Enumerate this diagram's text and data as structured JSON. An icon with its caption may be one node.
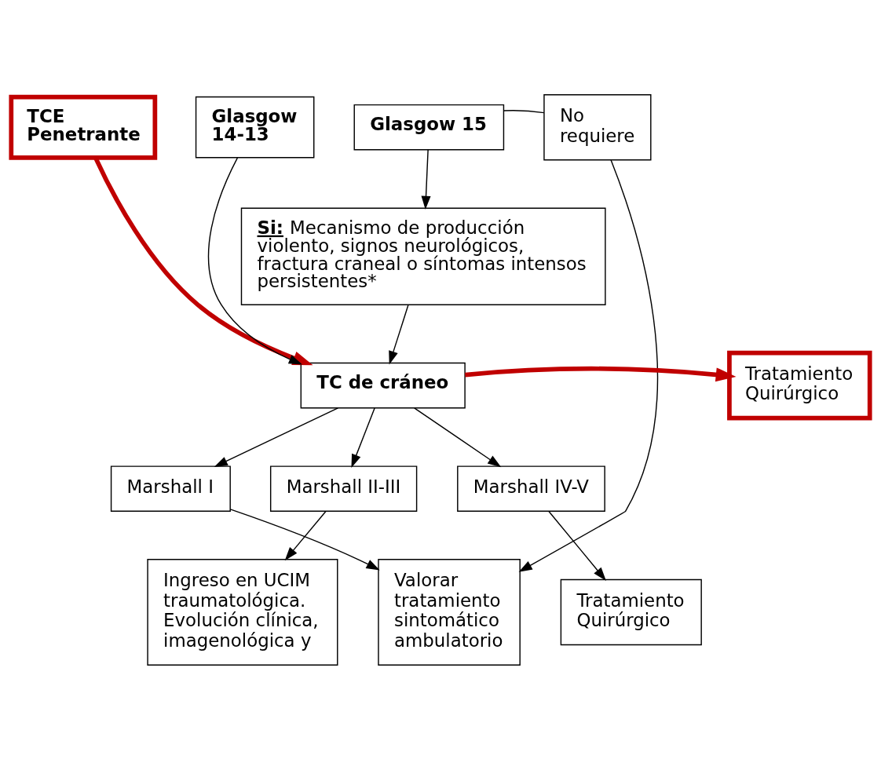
{
  "diagram": {
    "nodes": [
      {
        "text": [
          "TCE Penetrante"
        ]
      },
      {
        "text": [
          "Glasgow 14-13"
        ]
      },
      {
        "text": [
          "Glasgow 15"
        ]
      },
      {
        "text": [
          "No requiere"
        ]
      },
      {
        "text": [
          "**Si:** Mecanismo de producción violento, signos neurológicos, fractura craneal o síntomas intensos persistentes*"
        ]
      },
      {
        "text": [
          "Tratamiento Quirúrgico"
        ]
      },
      {
        "text": [
          "TC de cráneo"
        ]
      },
      {
        "text": [
          "Marshall I"
        ]
      },
      {
        "text": [
          "Marshall II-III"
        ]
      },
      {
        "text": [
          "Marshall IV-V"
        ]
      },
      {
        "text": [
          "Valorar tratamiento sintomático ambulatorio"
        ]
      },
      {
        "text": [
          "Ingreso en UCIM traumatológica. Evolución clínica, imagenológica y"
        ]
      },
      {
        "text": [
          "Tratamiento Quirúrgico"
        ]
      }
    ],
    "edges": [
      {
        "from": 0,
        "to": 6,
        "arrow": "to",
        "style": "thick",
        "color": "#c00000"
      },
      {
        "from": 1,
        "to": 6,
        "arrow": "to"
      },
      {
        "from": 2,
        "to": 4,
        "arrow": "to"
      },
      {
        "from": 2,
        "to": 3,
        "arrow": "none"
      },
      {
        "from": 4,
        "to": 6,
        "arrow": "to"
      },
      {
        "from": 6,
        "to": 5,
        "arrow": "to",
        "style": "thick",
        "color": "#c00000"
      },
      {
        "from": 6,
        "to": 7,
        "arrow": "to"
      },
      {
        "from": 6,
        "to": 8,
        "arrow": "to"
      },
      {
        "from": 6,
        "to": 9,
        "arrow": "to"
      },
      {
        "from": 7,
        "to": 10,
        "arrow": "to"
      },
      {
        "from": 8,
        "to": 11,
        "arrow": "to"
      },
      {
        "from": 9,
        "to": 12,
        "arrow": "to"
      },
      {
        "from": 3,
        "to": 10,
        "arrow": "to"
      }
    ]
  }
}
